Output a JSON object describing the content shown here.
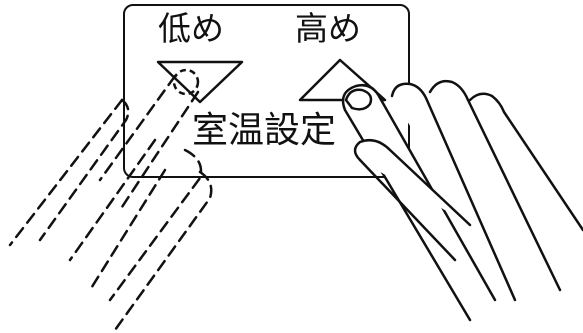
{
  "panel": {
    "low_label": "低め",
    "high_label": "高め",
    "setting_label": "室温設定"
  },
  "icons": {
    "low_button": "triangle-down-icon",
    "high_button": "triangle-up-icon",
    "hand_dashed": "hand-outline-icon",
    "hand_solid": "hand-pressing-icon"
  },
  "colors": {
    "ink": "#111111",
    "background": "#ffffff"
  }
}
